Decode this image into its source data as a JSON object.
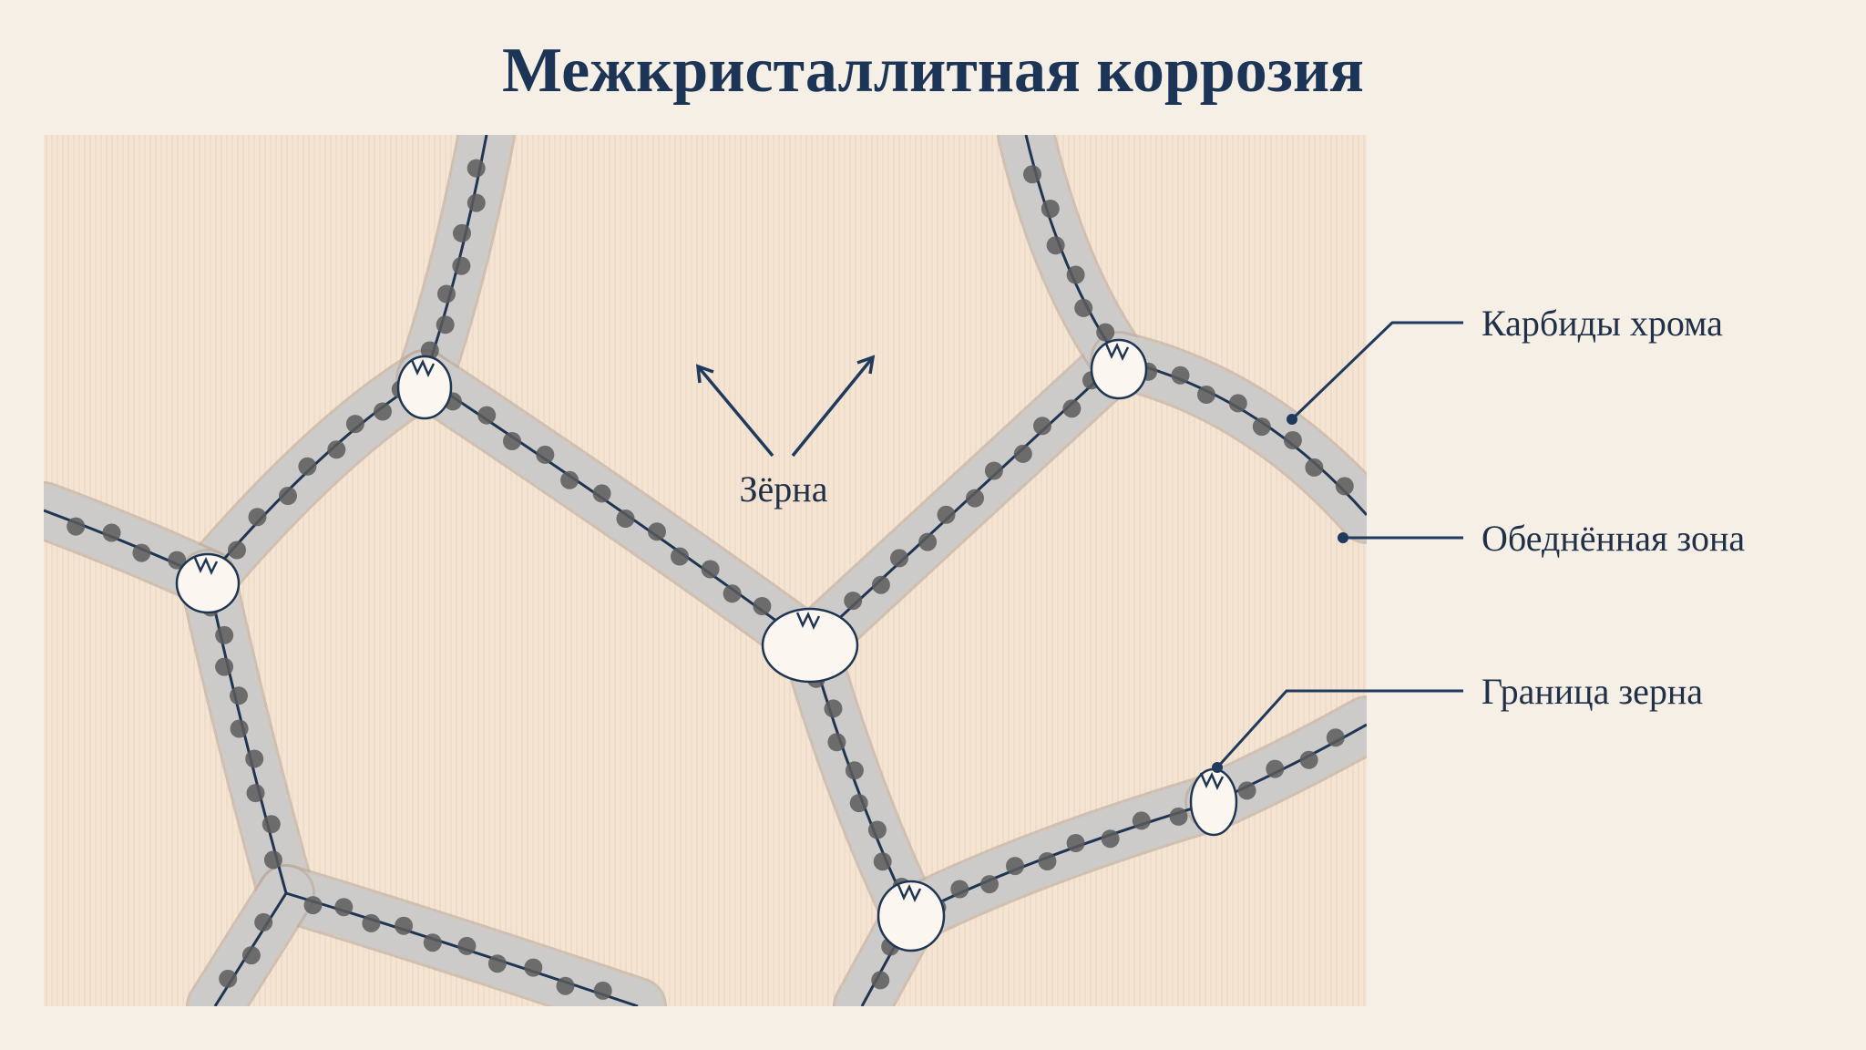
{
  "title": "Межкристаллитная коррозия",
  "labels": {
    "grains": "Зёрна",
    "carbides": "Карбиды хрома",
    "depleted_zone": "Обеднённая зона",
    "grain_boundary": "Граница зерна"
  },
  "colors": {
    "title": "#1c3557",
    "background": "#f6efe6",
    "grain": "#f4e4d3",
    "depleted_zone": "#cdcbc9",
    "boundary_line": "#1e3553",
    "carbide": "#5c5c5c",
    "callout": "#1f3a5c"
  }
}
